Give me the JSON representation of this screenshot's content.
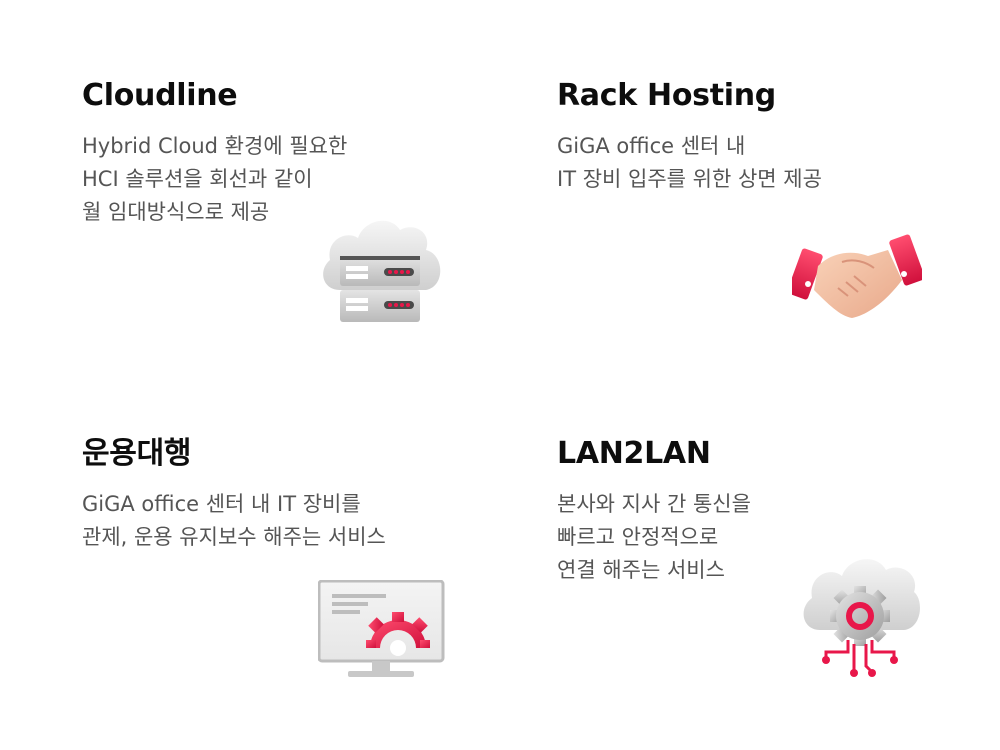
{
  "services": [
    {
      "title": "Cloudline",
      "desc": [
        "Hybrid Cloud 환경에 필요한",
        "HCI 솔루션을 회선과 같이",
        "월 임대방식으로 제공"
      ],
      "icon": "cloud-server-icon"
    },
    {
      "title": "Rack Hosting",
      "desc": [
        "GiGA office 센터 내",
        "IT 장비 입주를 위한 상면 제공"
      ],
      "icon": "handshake-icon"
    },
    {
      "title": "운용대행",
      "desc": [
        "GiGA office 센터 내 IT 장비를",
        "관제, 운용 유지보수 해주는 서비스"
      ],
      "icon": "monitor-gear-icon"
    },
    {
      "title": "LAN2LAN",
      "desc": [
        "본사와 지사 간 통신을",
        "빠르고 안정적으로",
        "연결 해주는 서비스"
      ],
      "icon": "cloud-gear-network-icon"
    }
  ],
  "colors": {
    "accent": "#e8174a",
    "text": "#111111",
    "desc": "#555555",
    "gray": "#c8c8c8"
  }
}
